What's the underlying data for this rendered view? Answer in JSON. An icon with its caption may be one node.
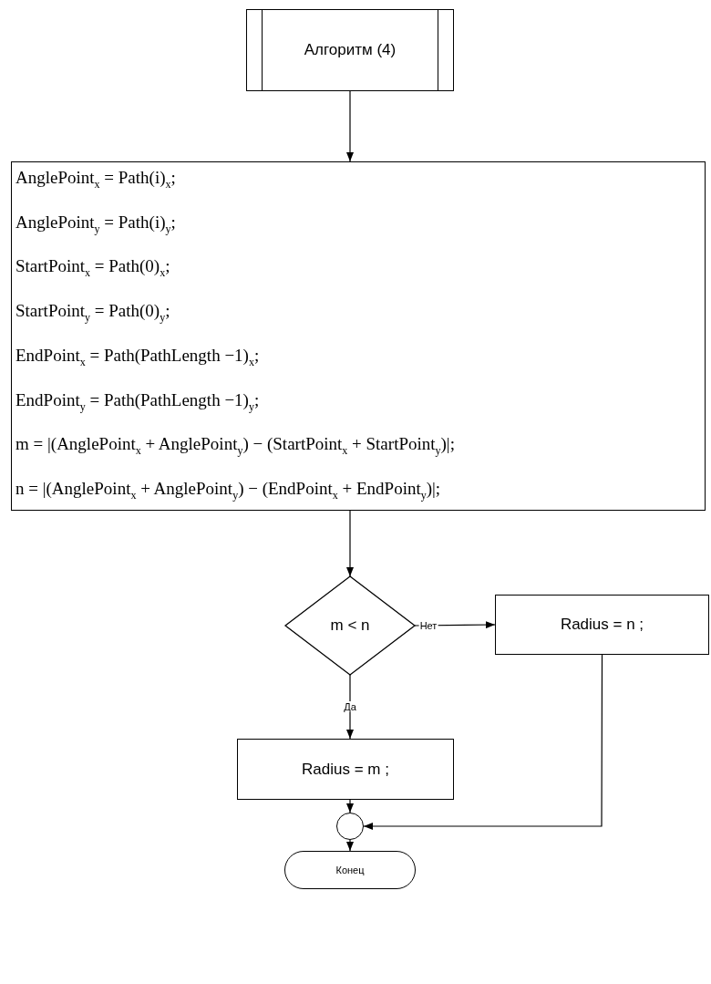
{
  "diagram": {
    "nodes": [
      {
        "text": [
          "Алгоритм (4)"
        ]
      },
      {
        "text": [
          "AnglePoint$_{x}$ = Path(i)$_{x}$;",
          "AnglePoint$_{y}$ = Path(i)$_{y}$;",
          "StartPoint$_{x}$ = Path(0)$_{x}$;",
          "StartPoint$_{y}$ = Path(0)$_{y}$;",
          "EndPoint$_{x}$ = Path(PathLength −1)$_{x}$;",
          "EndPoint$_{y}$ = Path(PathLength −1)$_{y}$;",
          "m = |(AnglePoint$_{x}$ + AnglePoint$_{y}$) − (StartPoint$_{x}$ + StartPoint$_{y}$)|;",
          "n = |(AnglePoint$_{x}$ + AnglePoint$_{y}$) − (EndPoint$_{x}$ + EndPoint$_{y}$)|;"
        ]
      },
      {
        "text": [
          "m < n"
        ]
      },
      {
        "text": [
          "Radius = n ;"
        ]
      },
      {
        "text": [
          "Radius = m ;"
        ]
      },
      {
        "text": [],
        "shape": "circle"
      },
      {
        "text": [
          "Конец"
        ]
      }
    ],
    "edges": [
      {
        "from": 0,
        "to": 1,
        "arrow": "to"
      },
      {
        "from": 1,
        "to": 2,
        "arrow": "to"
      },
      {
        "from": 2,
        "to": 3,
        "arrow": "to",
        "label": "Нет"
      },
      {
        "from": 2,
        "to": 4,
        "arrow": "to",
        "label": "Да"
      },
      {
        "from": 4,
        "to": 5,
        "arrow": "to"
      },
      {
        "from": 3,
        "to": 5,
        "arrow": "to"
      },
      {
        "from": 5,
        "to": 6,
        "arrow": "to"
      }
    ]
  }
}
